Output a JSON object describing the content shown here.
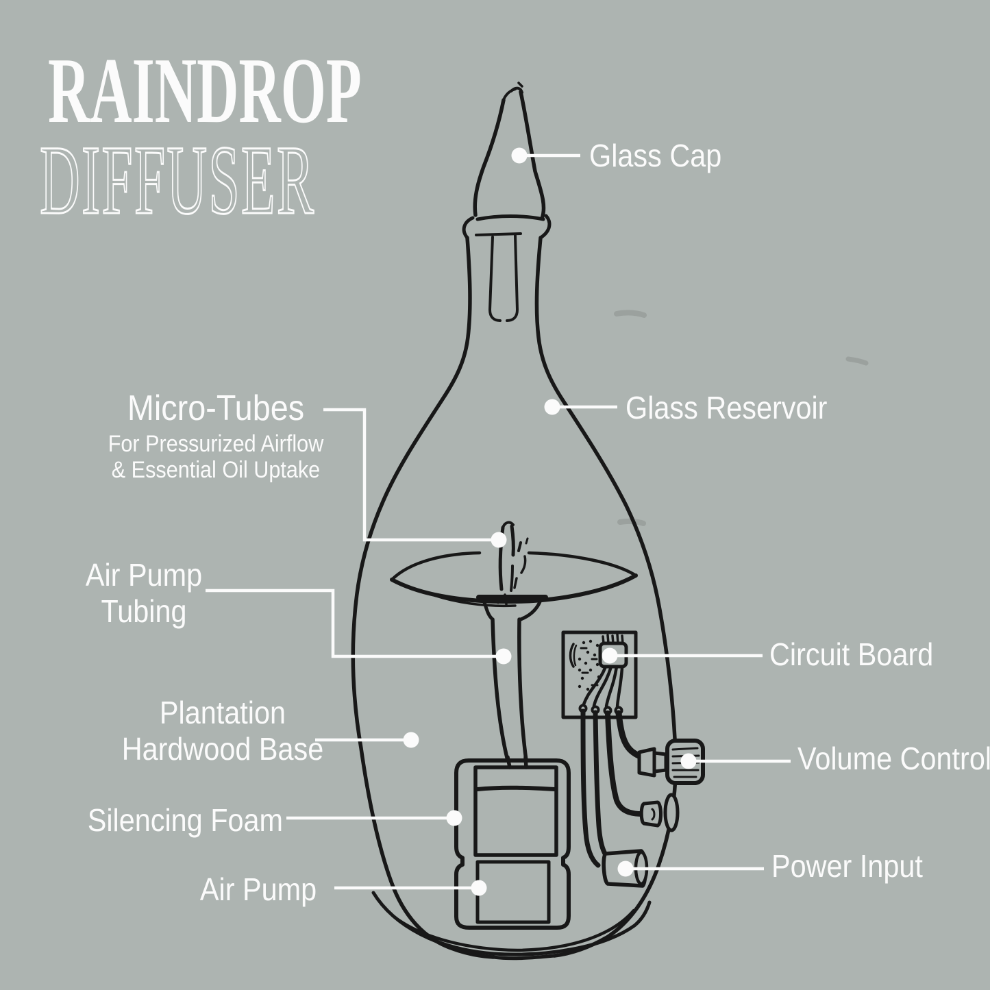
{
  "colors": {
    "background": "#adb4b1",
    "ink": "#181818",
    "label": "#fbfbfb"
  },
  "title": {
    "line1": "RAINDROP",
    "line2": "DIFFUSER"
  },
  "callouts": {
    "glass_cap": {
      "label": "Glass Cap"
    },
    "glass_reservoir": {
      "label": "Glass Reservoir"
    },
    "micro_tubes": {
      "label": "Micro-Tubes",
      "sub1": "For Pressurized Airflow",
      "sub2": "& Essential Oil Uptake"
    },
    "air_pump_tubing": {
      "line1": "Air Pump",
      "line2": "Tubing"
    },
    "plantation_hardwood_base": {
      "line1": "Plantation",
      "line2": "Hardwood Base"
    },
    "silencing_foam": {
      "label": "Silencing Foam"
    },
    "air_pump": {
      "label": "Air Pump"
    },
    "circuit_board": {
      "label": "Circuit Board"
    },
    "volume_control": {
      "label": "Volume Control"
    },
    "power_input": {
      "label": "Power Input"
    }
  },
  "illustration": {
    "subject": "raindrop-diffuser-cutaway-sketch"
  }
}
